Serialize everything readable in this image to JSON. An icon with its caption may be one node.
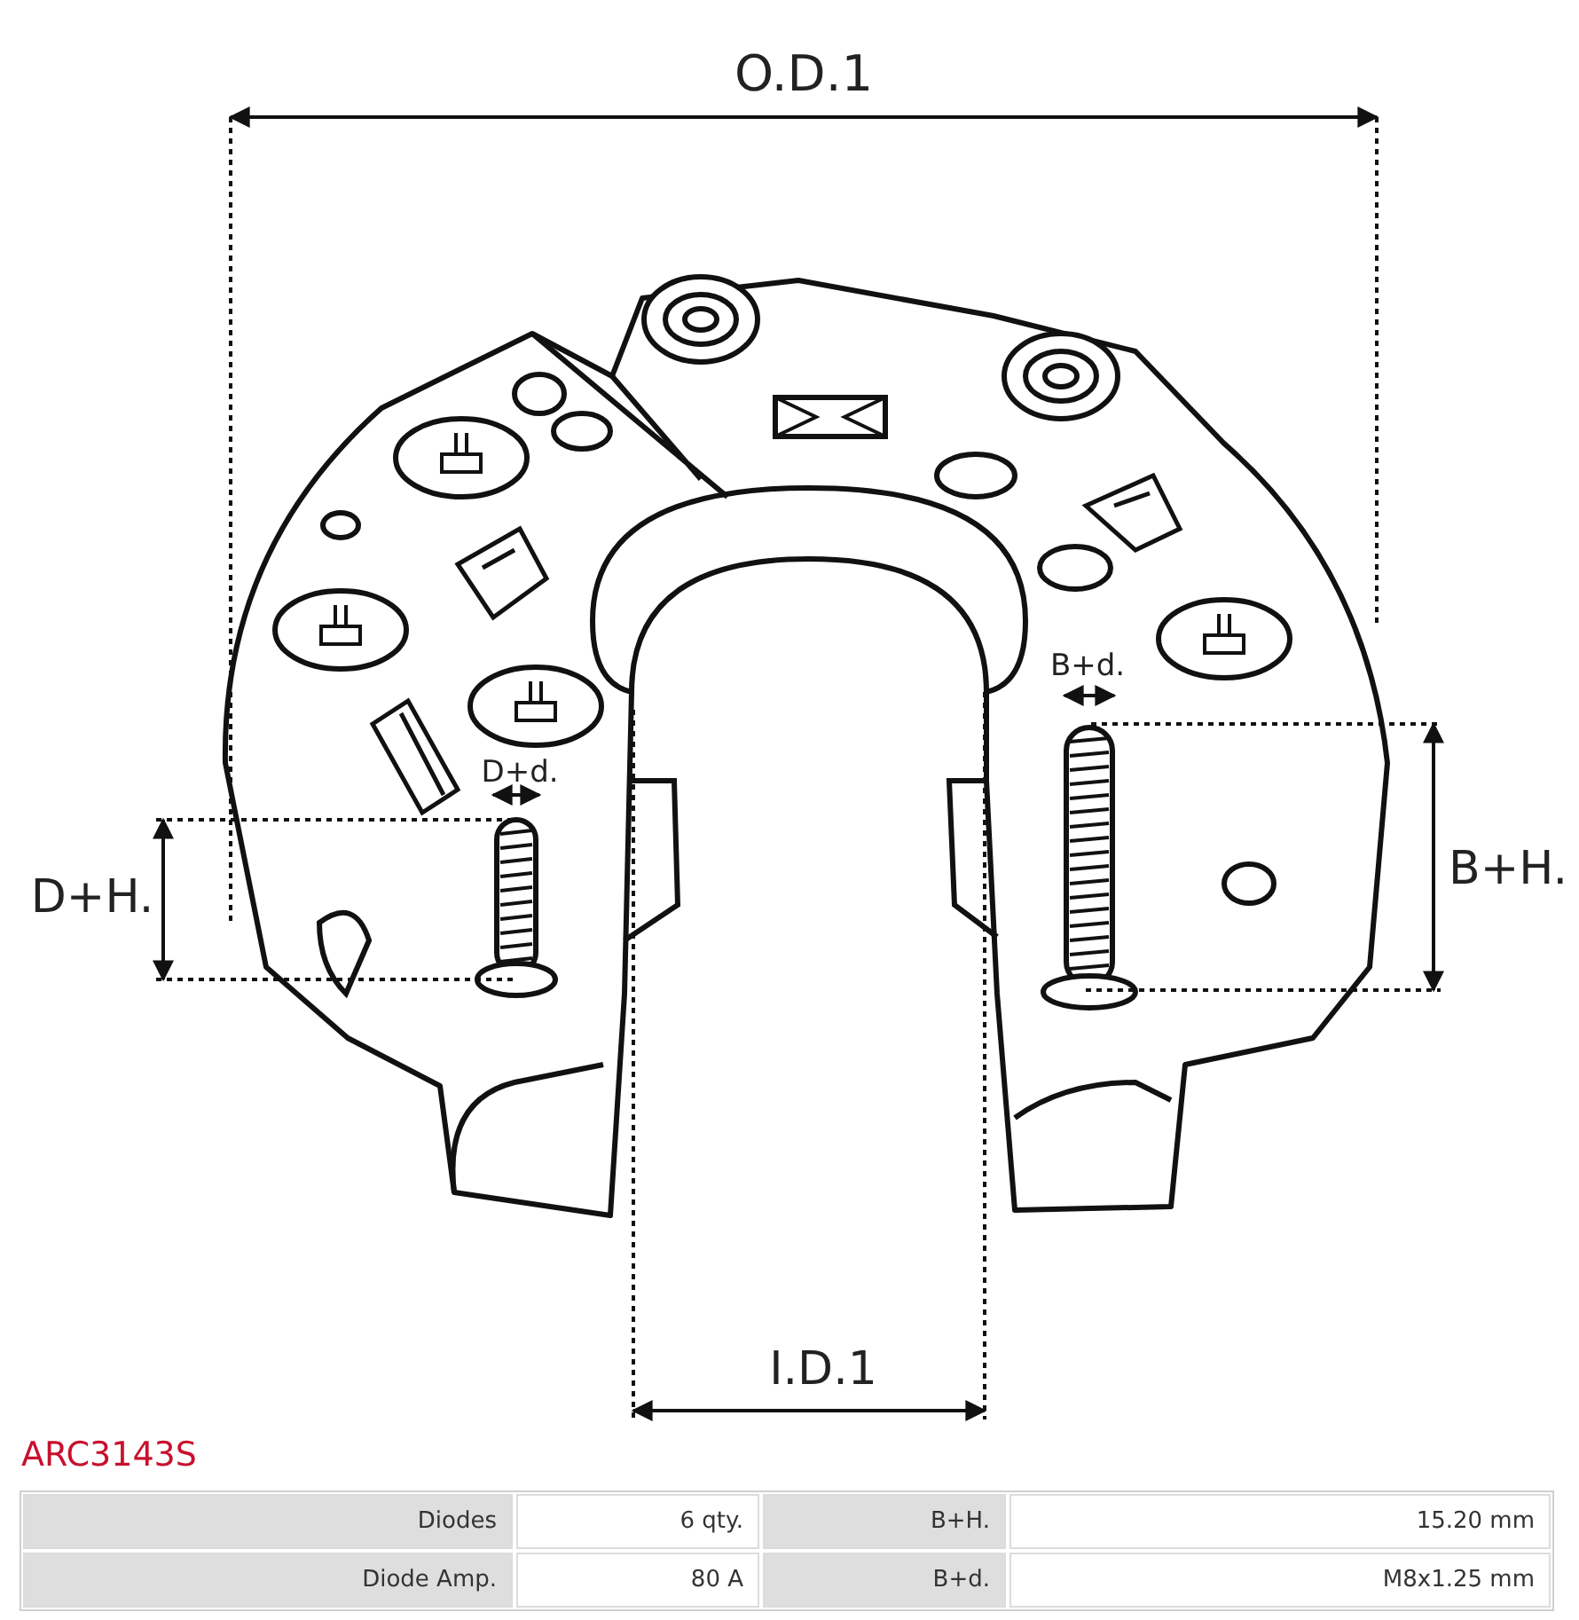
{
  "diagram": {
    "title": "ARC3143S",
    "labels": [
      "O.D.1",
      "B+d.",
      "D+d.",
      "D+H.",
      "B+H.",
      "I.D.1",
      "Diodes",
      "6 qty.",
      "B+H.",
      "15.20 mm",
      "Diode Amp.",
      "80 A",
      "B+d.",
      "M8x1.25 mm"
    ]
  }
}
